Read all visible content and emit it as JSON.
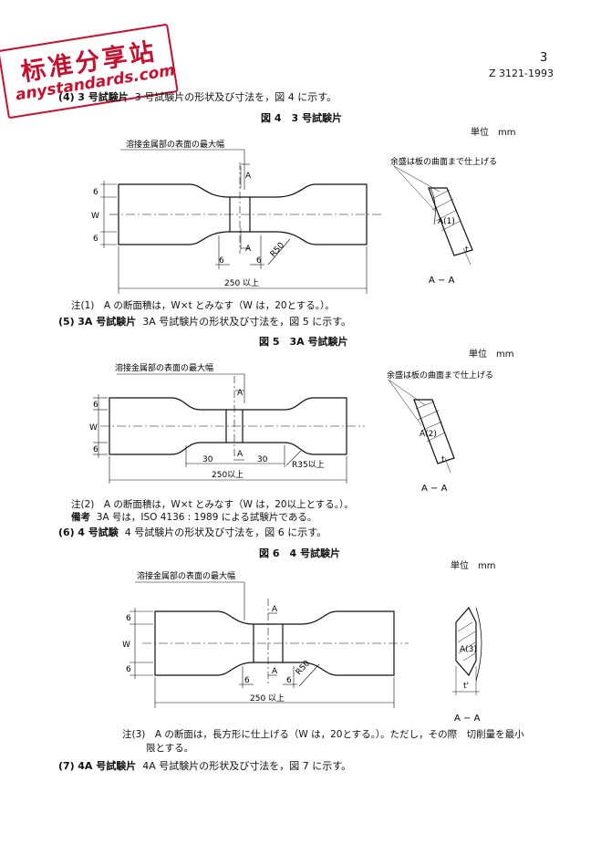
{
  "watermark": {
    "cn": "标准分享站",
    "url": "anystandards.com"
  },
  "header": {
    "page_number": "3",
    "standard_no": "Z 3121-1993"
  },
  "sec4": {
    "number": "(4)",
    "heading": "3 号試験片",
    "text": "3 号試験片の形状及び寸法を，図 4 に示す。"
  },
  "fig4": {
    "title": "図 4　3 号試験片",
    "unit": "単位　mm",
    "label_top": "溶接金属部の表面の最大幅",
    "label_right": "余盛は板の曲面まで仕上げる",
    "dims": {
      "six_top": "6",
      "w": "W",
      "six_bot": "6",
      "a_top": "A",
      "a_bot": "A",
      "six_left": "6",
      "six_right": "6",
      "radius": "R50",
      "length": "250 以上"
    },
    "section": {
      "a_note": "A(1)",
      "t": "t",
      "label": "A − A"
    },
    "note": "注(1)　A の断面積は，W×t とみなす（W は，20とする。）。"
  },
  "sec5": {
    "number": "(5)",
    "heading": "3A 号試験片",
    "text": "3A 号試験片の形状及び寸法を，図 5 に示す。"
  },
  "fig5": {
    "title": "図 5　3A 号試験片",
    "unit": "単位　mm",
    "label_top": "溶接金属部の表面の最大幅",
    "label_right": "余盛は板の曲面まで仕上げる",
    "dims": {
      "six_top": "6",
      "w": "W",
      "six_bot": "6",
      "a_top": "A",
      "a_bot": "A",
      "thirty_left": "30",
      "thirty_right": "30",
      "radius": "R35以上",
      "length": "250以上"
    },
    "section": {
      "a_note": "A(2)",
      "t": "t",
      "label": "A − A"
    },
    "note": "注(2)　A の断面積は，W×t とみなす（W は，20以上とする。）。",
    "remark_label": "備考",
    "remark": "3A 号は，ISO 4136 : 1989 による試験片である。"
  },
  "sec6": {
    "number": "(6)",
    "heading": "4 号試験",
    "text": "4 号試験片の形状及び寸法を，図 6 に示す。"
  },
  "fig6": {
    "title": "図 6　4 号試験片",
    "unit": "単位　mm",
    "label_top": "溶接金属部の表面の最大幅",
    "dims": {
      "six_top": "6",
      "w": "W",
      "six_bot": "6",
      "a_top": "A",
      "a_bot": "A",
      "six_left": "6",
      "six_right": "6",
      "radius": "R50",
      "length": "250 以上"
    },
    "section": {
      "a_note": "A(3)",
      "t": "t'",
      "label": "A − A"
    },
    "note_line1": "注(3)　A の断面は，長方形に仕上げる（W は，20とする。）。ただし，その際　切削量を最小",
    "note_line2": "限とする。"
  },
  "sec7": {
    "number": "(7)",
    "heading": "4A 号試験片",
    "text": "4A 号試験片の形状及び寸法を，図 7 に示す。"
  }
}
